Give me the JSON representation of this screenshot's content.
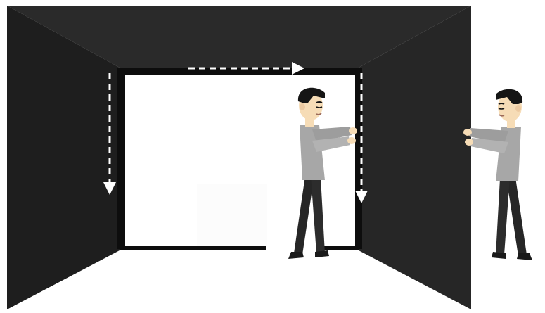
{
  "scene": {
    "colors": {
      "background": "#ffffff",
      "ceiling": "#2a2a2a",
      "left_wall": "#1e1e1e",
      "right_wall": "#262626",
      "opening": "#ffffff",
      "frame": "#0d0d0d",
      "arrow": "#ffffff",
      "skin": "#f6dcb6",
      "hair": "#151515",
      "shirt": "#a7a7a7",
      "pants": "#2c2c2c",
      "shoes": "#1a1a1a"
    },
    "arrows": [
      {
        "name": "top-arrow",
        "direction": "right"
      },
      {
        "name": "left-arrow",
        "direction": "down"
      },
      {
        "name": "right-arrow",
        "direction": "down"
      }
    ],
    "figures": [
      {
        "name": "person-inside-room",
        "pose": "pushing-wall-from-inside"
      },
      {
        "name": "person-outside-room",
        "pose": "pushing-wall-from-outside"
      }
    ]
  }
}
